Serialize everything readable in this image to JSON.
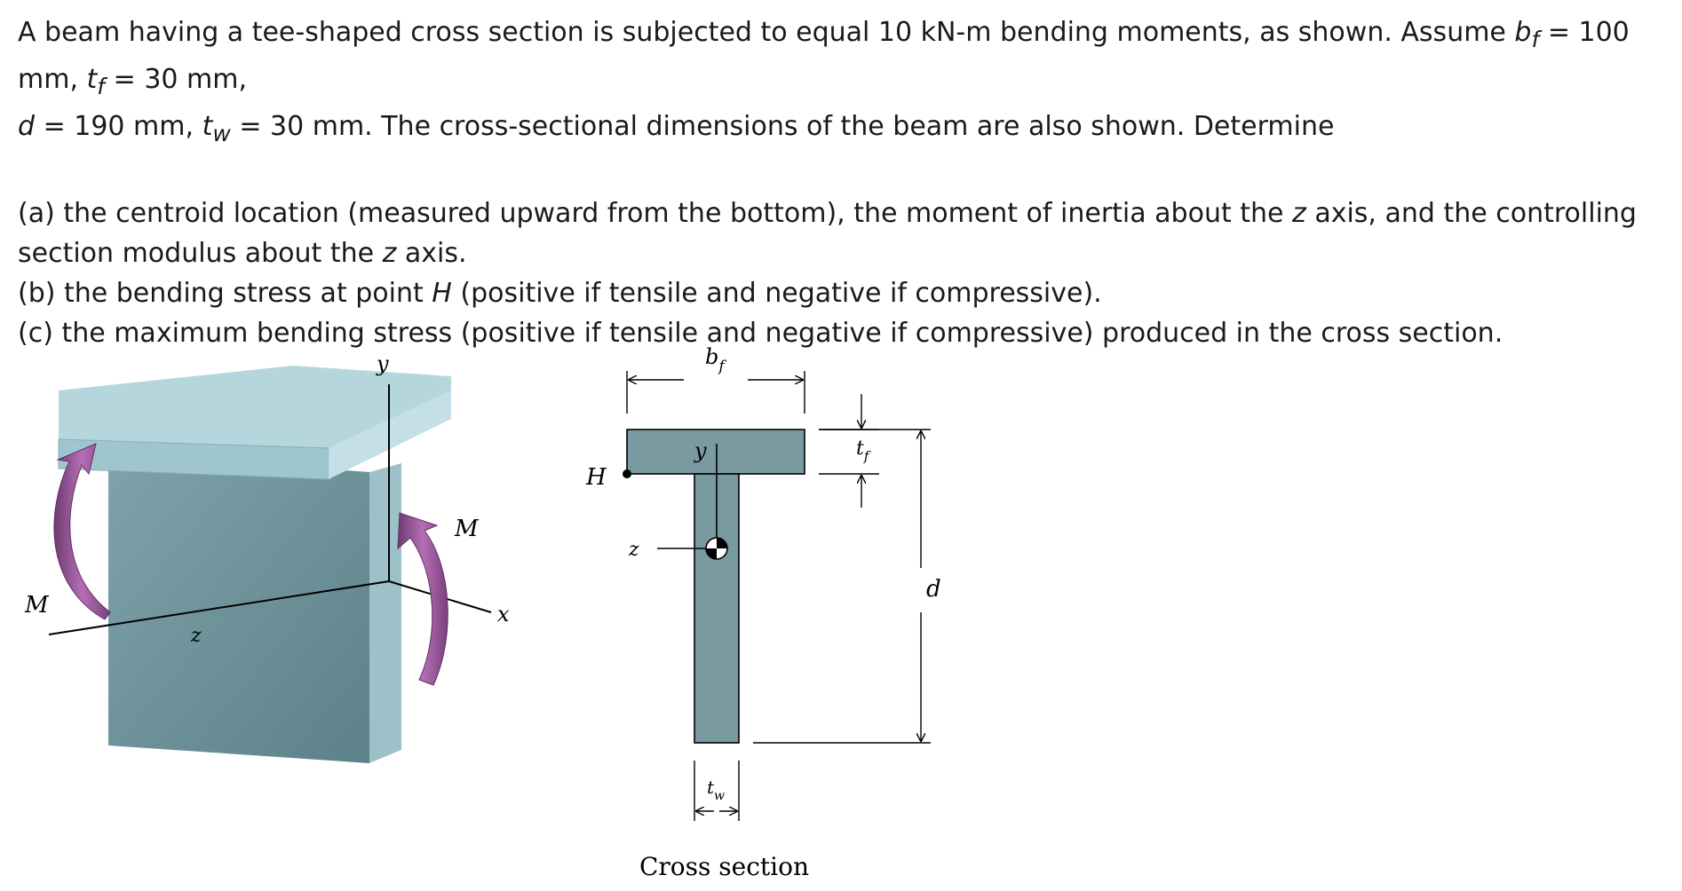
{
  "problem": {
    "intro_1": "A beam having a tee-shaped cross section is subjected to equal 10 kN-m bending moments, as shown. Assume ",
    "bf_sym": "b",
    "bf_sub": "f",
    "bf_val": " = 100 mm, ",
    "tf_sym": "t",
    "tf_sub": "f",
    "tf_val": " = 30 mm,",
    "d_sym": "d",
    "d_val": " = 190 mm, ",
    "tw_sym": "t",
    "tw_sub": "w",
    "tw_val": " = 30 mm. The cross-sectional dimensions of the beam are also shown. Determine",
    "a_text_1": "(a) the centroid location (measured upward from the bottom), the moment of inertia about the ",
    "a_z1": "z",
    "a_text_2": " axis, and the controlling section modulus about the ",
    "a_z2": "z",
    "a_text_3": " axis.",
    "b_text_1": "(b) the bending stress at point ",
    "b_H": "H",
    "b_text_2": " (positive if tensile and negative if compressive).",
    "c_text": "(c) the maximum bending stress (positive if tensile and negative if compressive) produced in the cross section."
  },
  "figure": {
    "beam_labels": {
      "y": "y",
      "z": "z",
      "x": "x",
      "M_left": "M",
      "M_right": "M"
    },
    "section_labels": {
      "bf": "b",
      "bf_sub": "f",
      "tf": "t",
      "tf_sub": "f",
      "tw": "t",
      "tw_sub": "w",
      "d": "d",
      "y": "y",
      "z": "z",
      "H": "H"
    },
    "caption": "Cross section",
    "colors": {
      "flange_top": "#aed0d8",
      "flange_front": "#98c0c8",
      "web_front": "#6a8f97",
      "web_side": "#8fb4bc",
      "section_fill": "#7a9aa2",
      "arrow": "#9a4f9a"
    }
  }
}
